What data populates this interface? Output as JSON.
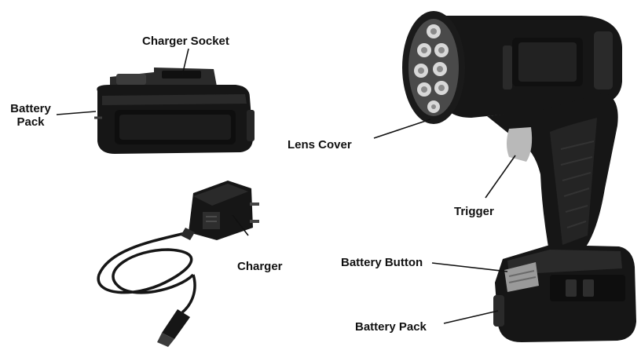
{
  "labels": {
    "charger_socket": "Charger Socket",
    "battery_pack_left": "Battery\nPack",
    "battery_pack_left_line1": "Battery",
    "battery_pack_left_line2": "Pack",
    "charger": "Charger",
    "lens_cover": "Lens Cover",
    "trigger": "Trigger",
    "battery_button": "Battery Button",
    "battery_pack_right": "Battery Pack"
  },
  "colors": {
    "body": "#161616",
    "body_mid": "#2a2a2a",
    "body_light": "#3c3c3c",
    "trigger": "#b9b9b9",
    "button": "#9a9a9a",
    "leader": "#111111"
  },
  "icons": [
    "flashlight-illustration",
    "battery-pack-illustration",
    "charger-illustration"
  ]
}
